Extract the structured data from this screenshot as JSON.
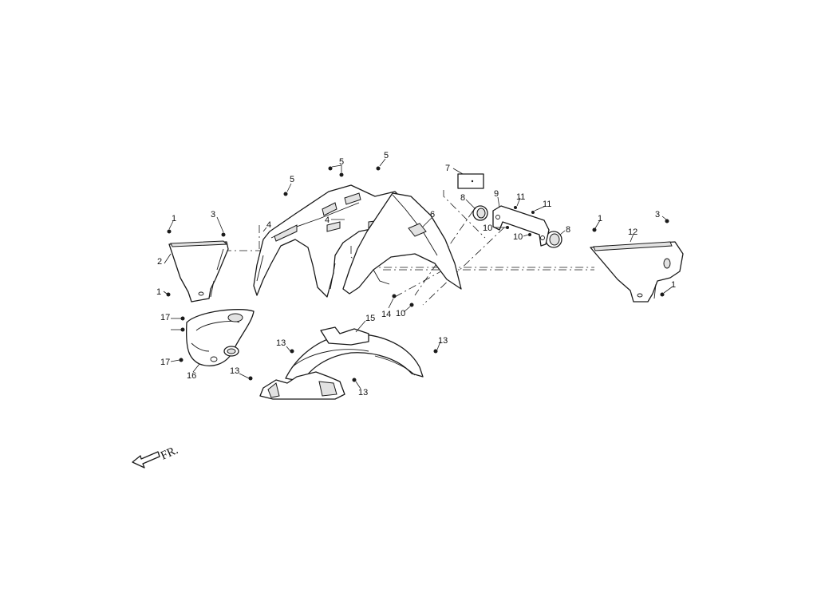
{
  "direction_label": "FR.",
  "callouts": [
    {
      "id": "c1a",
      "text": "1"
    },
    {
      "id": "c3a",
      "text": "3"
    },
    {
      "id": "c2",
      "text": "2"
    },
    {
      "id": "c1b",
      "text": "1"
    },
    {
      "id": "c4a",
      "text": "4"
    },
    {
      "id": "c5a",
      "text": "5"
    },
    {
      "id": "c5b",
      "text": "5"
    },
    {
      "id": "c5c",
      "text": "5"
    },
    {
      "id": "c4b",
      "text": "4"
    },
    {
      "id": "c6",
      "text": "6"
    },
    {
      "id": "c7",
      "text": "7"
    },
    {
      "id": "c8a",
      "text": "8"
    },
    {
      "id": "c9",
      "text": "9"
    },
    {
      "id": "c11a",
      "text": "11"
    },
    {
      "id": "c11b",
      "text": "11"
    },
    {
      "id": "c10a",
      "text": "10"
    },
    {
      "id": "c10b",
      "text": "10"
    },
    {
      "id": "c8b",
      "text": "8"
    },
    {
      "id": "c14",
      "text": "14"
    },
    {
      "id": "c10c",
      "text": "10"
    },
    {
      "id": "c1c",
      "text": "1"
    },
    {
      "id": "c3b",
      "text": "3"
    },
    {
      "id": "c12",
      "text": "12"
    },
    {
      "id": "c1d",
      "text": "1"
    },
    {
      "id": "c17a",
      "text": "17"
    },
    {
      "id": "c17b",
      "text": "17"
    },
    {
      "id": "c16",
      "text": "16"
    },
    {
      "id": "c15",
      "text": "15"
    },
    {
      "id": "c13a",
      "text": "13"
    },
    {
      "id": "c13b",
      "text": "13"
    },
    {
      "id": "c13c",
      "text": "13"
    },
    {
      "id": "c13d",
      "text": "13"
    }
  ]
}
